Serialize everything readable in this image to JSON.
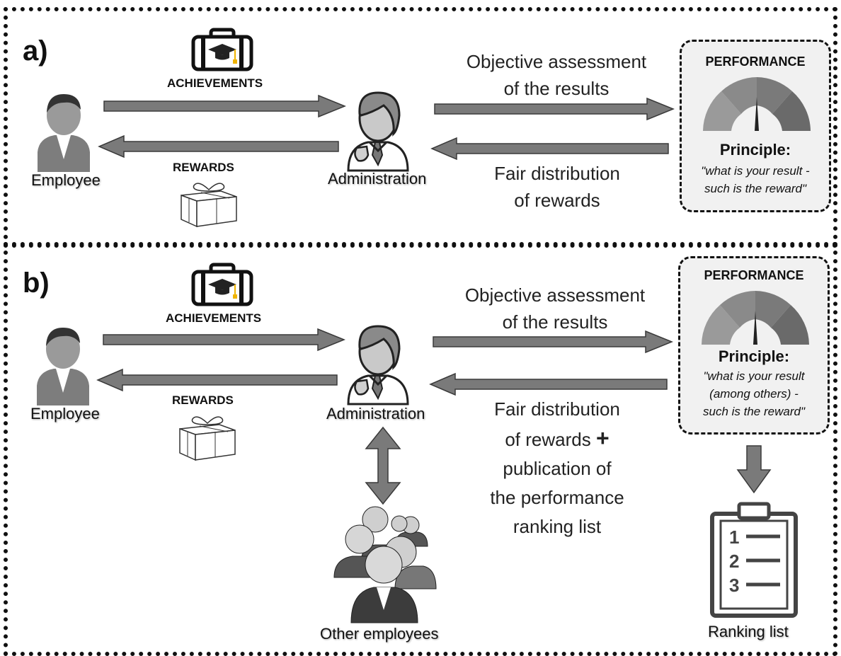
{
  "panel_a": {
    "letter": "a)",
    "employee_label": "Employee",
    "achievements_label": "ACHIEVEMENTS",
    "rewards_label": "REWARDS",
    "administration_label": "Administration",
    "assessment_lines": [
      "Objective assessment",
      "of the results"
    ],
    "distribution_lines": [
      "Fair distribution",
      "of rewards"
    ],
    "performance_box": {
      "title": "PERFORMANCE",
      "principle_label": "Principle:",
      "quote_lines": [
        "\"what is your result -",
        "such is the reward\""
      ]
    }
  },
  "panel_b": {
    "letter": "b)",
    "employee_label": "Employee",
    "achievements_label": "ACHIEVEMENTS",
    "rewards_label": "REWARDS",
    "administration_label": "Administration",
    "assessment_lines": [
      "Objective assessment",
      "of the results"
    ],
    "distribution_lines": [
      "Fair distribution",
      "of rewards",
      "publication of",
      "the performance",
      "ranking list"
    ],
    "plus_sign": "+",
    "other_employees_label": "Other employees",
    "ranking_list_label": "Ranking list",
    "ranking_numbers": [
      "1",
      "2",
      "3"
    ],
    "performance_box": {
      "title": "PERFORMANCE",
      "principle_label": "Principle:",
      "quote_lines": [
        "\"what is your result",
        "(among others) -",
        "such is the reward\""
      ]
    }
  },
  "colors": {
    "arrow_fill": "#7a7a7a",
    "arrow_stroke": "#3a3a3a",
    "border": "#111111",
    "box_fill": "#f1f1f1",
    "icon_gold": "#f0b400"
  }
}
